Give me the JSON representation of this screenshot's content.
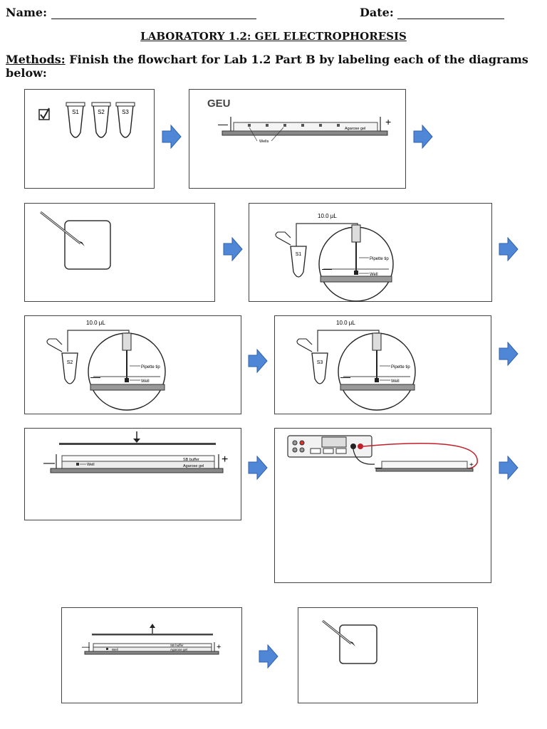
{
  "header": {
    "name_label": "Name:",
    "date_label": "Date:"
  },
  "title": "LABORATORY 1.2: GEL ELECTROPHORESIS",
  "methods": {
    "lead": "Methods:",
    "text": " Finish the flowchart for Lab 1.2 Part B by labeling each of the diagrams below:"
  },
  "diagrams": {
    "tubes": {
      "labels": [
        "S1",
        "S2",
        "S3"
      ]
    },
    "geu": {
      "title": "GEU",
      "gel_label": "Agarose gel",
      "wells_label": "Wells",
      "minus": "—",
      "plus": "+"
    },
    "load_s1": {
      "volume": "10.0 µL",
      "tube": "S1",
      "tip": "Pipette tip",
      "well": "Well"
    },
    "load_s2": {
      "volume": "10.0 µL",
      "tube": "S2",
      "tip": "Pipette tip",
      "well": "Well"
    },
    "load_s3": {
      "volume": "10.0 µL",
      "tube": "S3",
      "tip": "Pipette tip",
      "well": "Well"
    },
    "lid_on": {
      "buffer": "SB buffer",
      "gel": "Agarose gel",
      "well": "Well"
    },
    "lid_off": {
      "buffer": "SB buffer",
      "gel": "Agarose gel",
      "well": "Well"
    }
  },
  "colors": {
    "arrow": "#4f86d6",
    "arrow_dark": "#2f62b0",
    "lead_red": "#c0202a"
  }
}
